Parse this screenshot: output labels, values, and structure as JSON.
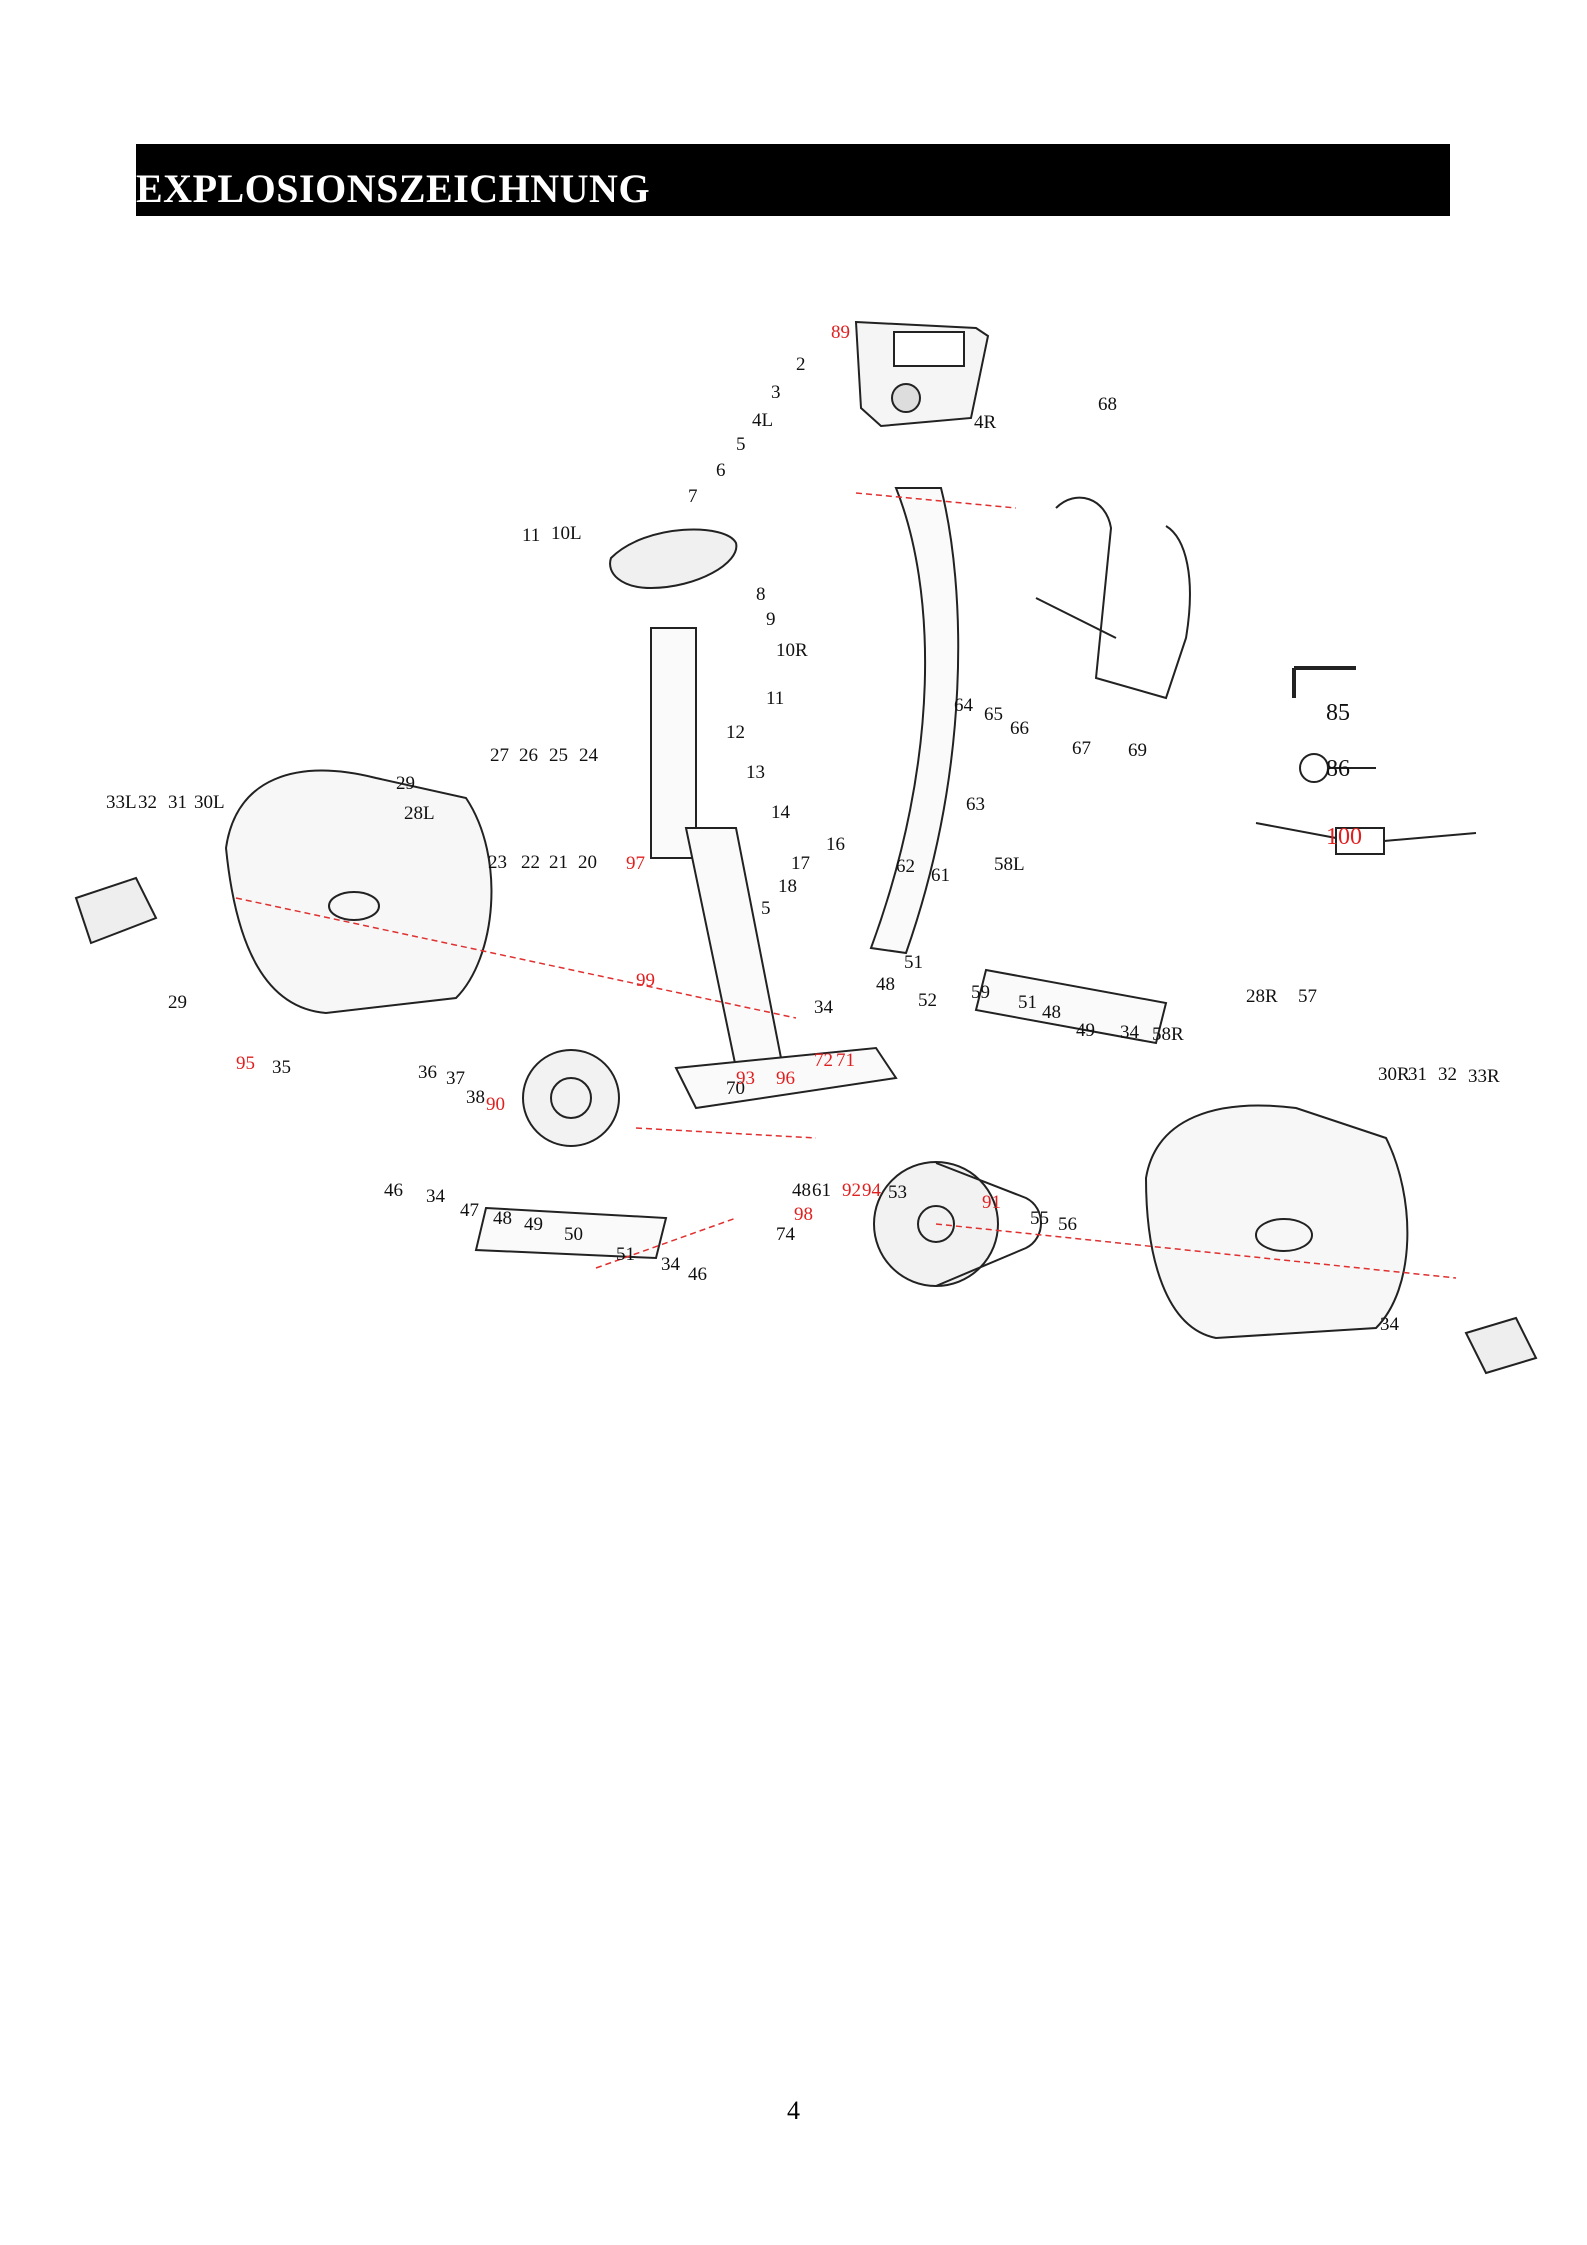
{
  "header": {
    "title": "EXPLOSIONSZEICHNUNG"
  },
  "diagram": {
    "part_labels": [
      {
        "id": "89",
        "red": true
      },
      {
        "id": "2"
      },
      {
        "id": "3"
      },
      {
        "id": "4L"
      },
      {
        "id": "4R"
      },
      {
        "id": "5"
      },
      {
        "id": "6"
      },
      {
        "id": "7"
      },
      {
        "id": "8"
      },
      {
        "id": "9"
      },
      {
        "id": "11"
      },
      {
        "id": "10L"
      },
      {
        "id": "10R"
      },
      {
        "id": "11b",
        "text": "11"
      },
      {
        "id": "12"
      },
      {
        "id": "13"
      },
      {
        "id": "14"
      },
      {
        "id": "16"
      },
      {
        "id": "17"
      },
      {
        "id": "18"
      },
      {
        "id": "5b",
        "text": "5"
      },
      {
        "id": "62"
      },
      {
        "id": "61"
      },
      {
        "id": "51"
      },
      {
        "id": "48"
      },
      {
        "id": "63"
      },
      {
        "id": "68"
      },
      {
        "id": "64"
      },
      {
        "id": "65"
      },
      {
        "id": "66"
      },
      {
        "id": "67"
      },
      {
        "id": "69"
      },
      {
        "id": "85"
      },
      {
        "id": "86"
      },
      {
        "id": "100",
        "red": true
      },
      {
        "id": "27"
      },
      {
        "id": "26"
      },
      {
        "id": "25"
      },
      {
        "id": "24"
      },
      {
        "id": "29"
      },
      {
        "id": "28L"
      },
      {
        "id": "33L"
      },
      {
        "id": "32"
      },
      {
        "id": "31"
      },
      {
        "id": "30L"
      },
      {
        "id": "23"
      },
      {
        "id": "22"
      },
      {
        "id": "21"
      },
      {
        "id": "20"
      },
      {
        "id": "97",
        "red": true
      },
      {
        "id": "29b",
        "text": "29"
      },
      {
        "id": "99",
        "red": true
      },
      {
        "id": "34"
      },
      {
        "id": "52"
      },
      {
        "id": "95",
        "red": true
      },
      {
        "id": "35"
      },
      {
        "id": "36"
      },
      {
        "id": "37"
      },
      {
        "id": "38"
      },
      {
        "id": "90",
        "red": true
      },
      {
        "id": "70"
      },
      {
        "id": "93",
        "red": true
      },
      {
        "id": "96",
        "red": true
      },
      {
        "id": "72",
        "red": true
      },
      {
        "id": "71",
        "red": true
      },
      {
        "id": "58L"
      },
      {
        "id": "59"
      },
      {
        "id": "51b",
        "text": "51"
      },
      {
        "id": "48b",
        "text": "48"
      },
      {
        "id": "49"
      },
      {
        "id": "34b",
        "text": "34"
      },
      {
        "id": "58R"
      },
      {
        "id": "28R"
      },
      {
        "id": "57"
      },
      {
        "id": "30R"
      },
      {
        "id": "31b",
        "text": "31"
      },
      {
        "id": "32b",
        "text": "32"
      },
      {
        "id": "33R"
      },
      {
        "id": "46"
      },
      {
        "id": "34c",
        "text": "34"
      },
      {
        "id": "47"
      },
      {
        "id": "48c",
        "text": "48"
      },
      {
        "id": "49b",
        "text": "49"
      },
      {
        "id": "50"
      },
      {
        "id": "51c",
        "text": "51"
      },
      {
        "id": "34d",
        "text": "34"
      },
      {
        "id": "46b",
        "text": "46"
      },
      {
        "id": "48d",
        "text": "48"
      },
      {
        "id": "61b",
        "text": "61"
      },
      {
        "id": "92",
        "red": true
      },
      {
        "id": "94",
        "red": true
      },
      {
        "id": "98",
        "red": true
      },
      {
        "id": "74"
      },
      {
        "id": "53"
      },
      {
        "id": "91",
        "red": true
      },
      {
        "id": "55"
      },
      {
        "id": "56"
      },
      {
        "id": "34e",
        "text": "34"
      }
    ]
  },
  "footer": {
    "page_number": "4"
  }
}
